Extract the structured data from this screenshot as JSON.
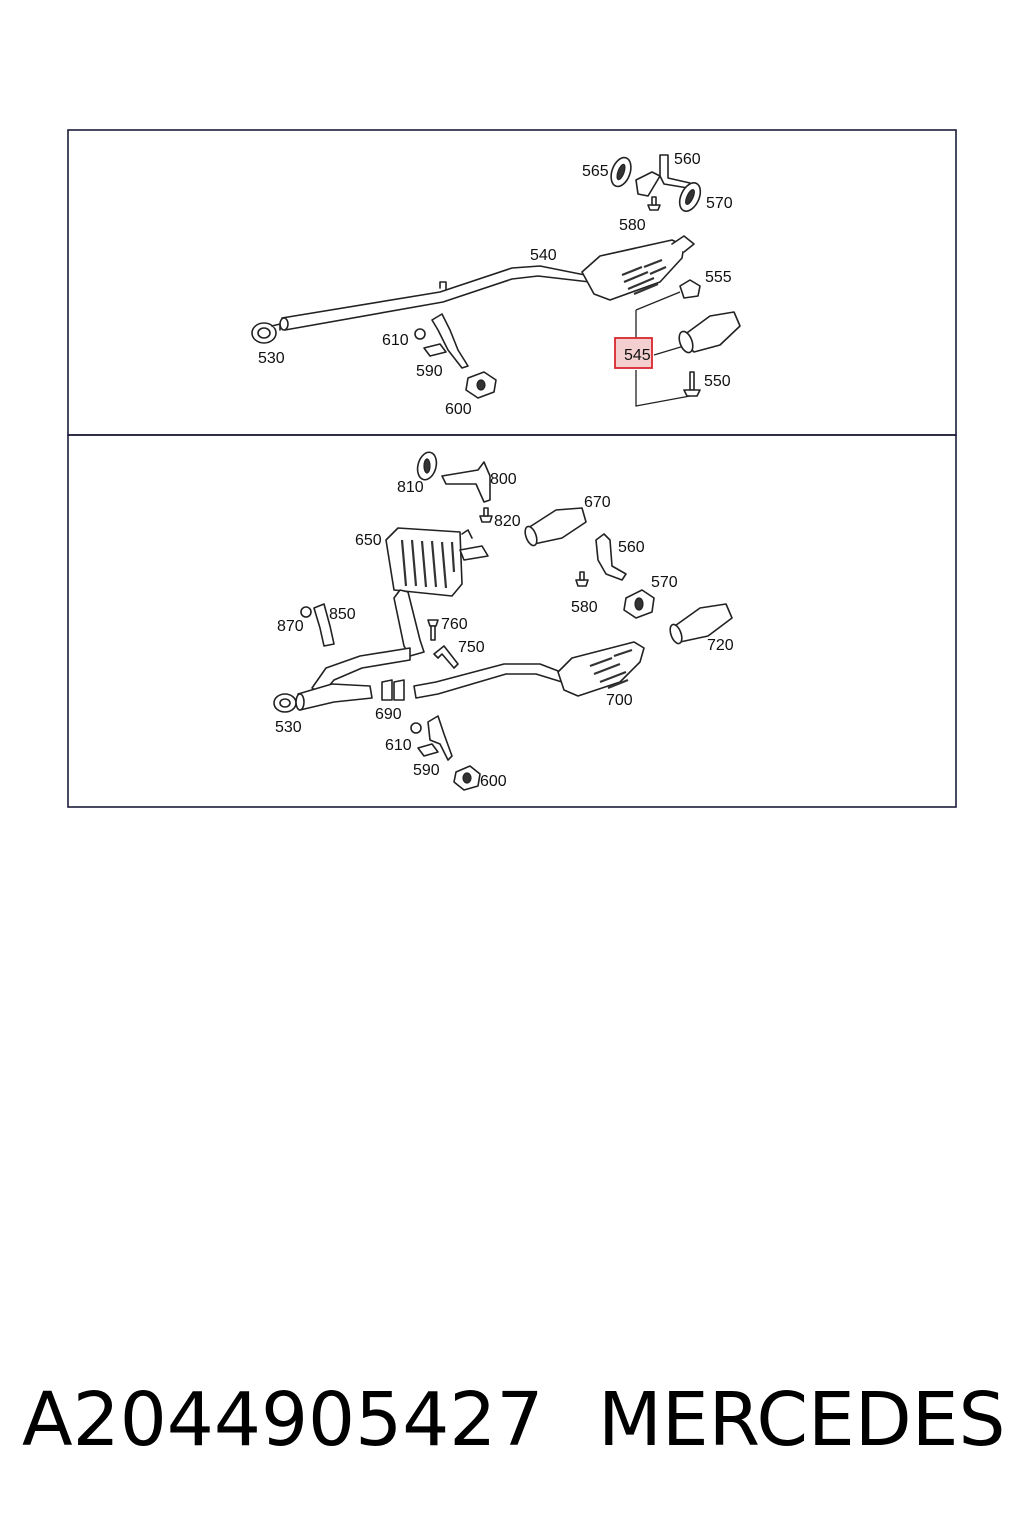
{
  "panels": {
    "top": {
      "labels": [
        "565",
        "560",
        "570",
        "580",
        "540",
        "555",
        "530",
        "610",
        "590",
        "600",
        "550"
      ],
      "highlighted": "545",
      "highlight_color": "#d9262c"
    },
    "bottom": {
      "labels": [
        "810",
        "800",
        "820",
        "670",
        "650",
        "560",
        "570",
        "580",
        "870",
        "850",
        "760",
        "750",
        "720",
        "530",
        "690",
        "700",
        "610",
        "590",
        "600"
      ]
    }
  },
  "caption": {
    "part_number": "A2044905427",
    "brand": "MERCEDES"
  }
}
